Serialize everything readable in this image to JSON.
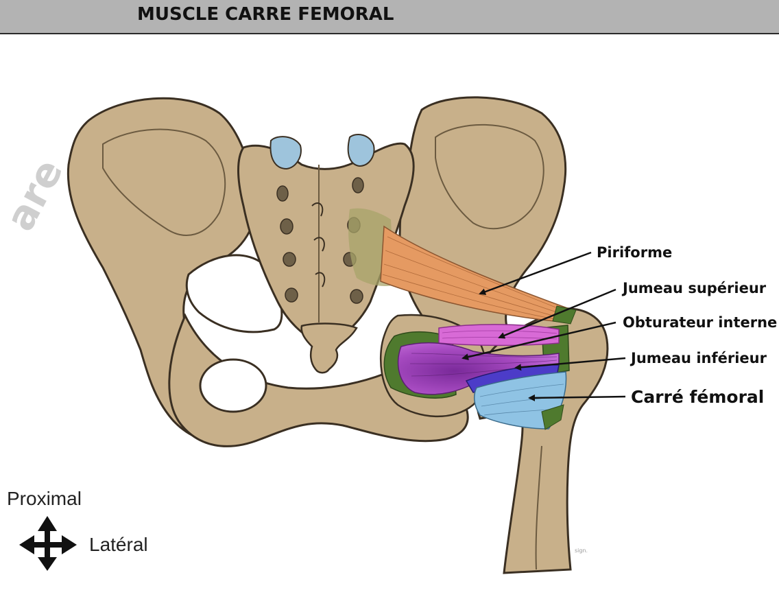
{
  "header": {
    "title": "MUSCLE CARRE FEMORAL"
  },
  "labels": {
    "piriforme": "Piriforme",
    "jumeau_superieur": "Jumeau supérieur",
    "obturateur_interne": "Obturateur interne",
    "jumeau_inferieur": "Jumeau inférieur",
    "carre_femoral": "Carré fémoral"
  },
  "orientation": {
    "vertical": "Proximal",
    "horizontal": "Latéral"
  },
  "icons": {
    "orientation": "four-way-arrow-icon"
  },
  "colors": {
    "bone": "#c8b08a",
    "bone_outline": "#3a2f22",
    "piriforme": "#e59a62",
    "jumeau_superieur": "#d86ad6",
    "obturateur_interne": "#8a3fa6",
    "jumeau_inferieur": "#4c3cc8",
    "carre_femoral": "#8fc3e4",
    "insertion": "#4f7a2e",
    "header_bg": "#b3b3b3"
  }
}
